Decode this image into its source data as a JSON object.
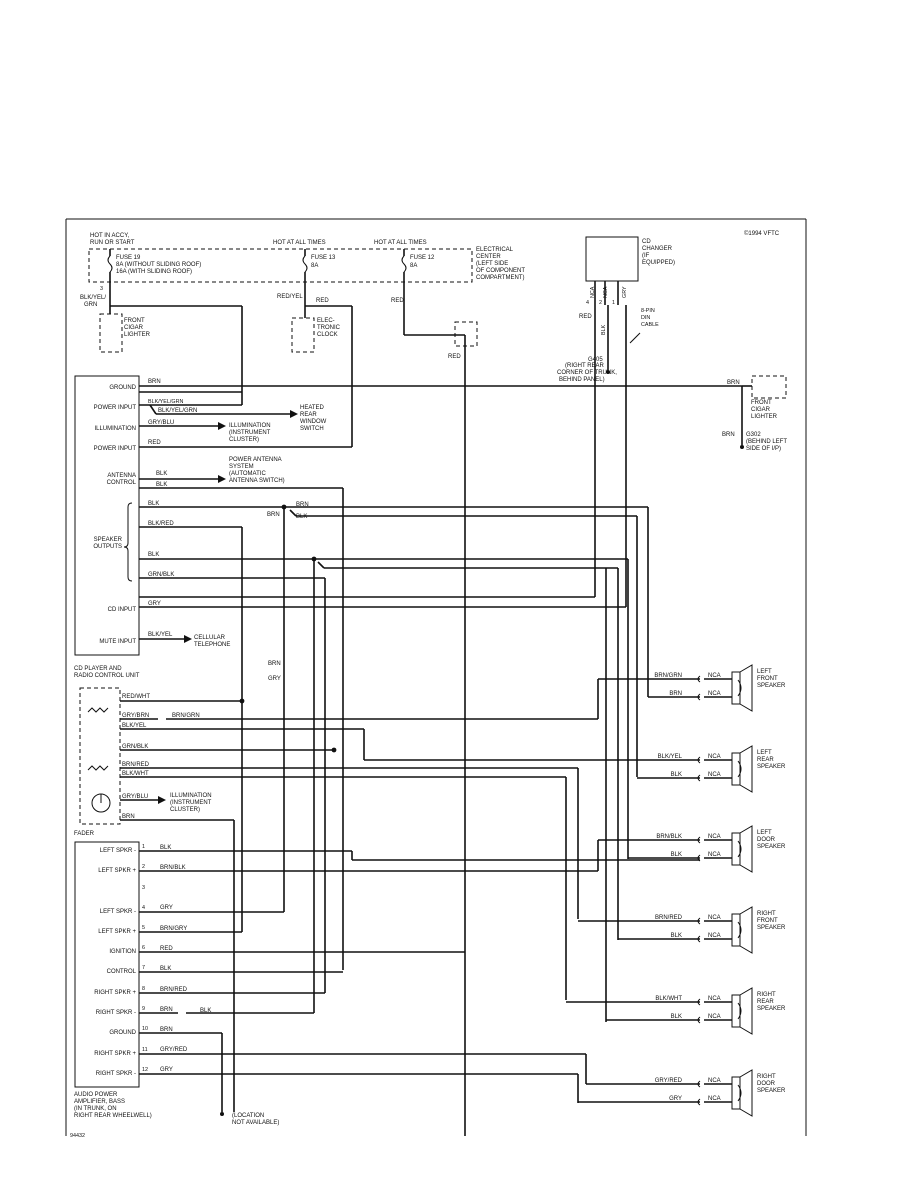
{
  "copyright": "©1994 VFTC",
  "figure_id": "94432",
  "hot_labels": {
    "accy": "HOT IN ACCY, RUN OR START",
    "fuse13": "HOT AT ALL TIMES",
    "fuse12": "HOT AT ALL TIMES"
  },
  "fuses": {
    "f19_name": "FUSE 19",
    "f19_a": "8A (WITHOUT SLIDING ROOF)",
    "f19_b": "16A (WITH SLIDING ROOF)",
    "f13_name": "FUSE 13",
    "f13_amp": "8A",
    "f12_name": "FUSE 12",
    "f12_amp": "8A"
  },
  "elec_center": "ELECTRICAL CENTER (LEFT SIDE OF COMPONENT COMPARTMENT)",
  "cd_changer": "CD CHANGER (IF EQUIPPED)",
  "cd_pins": [
    "4",
    "2",
    "1"
  ],
  "din_cable": "8-PIN DIN CABLE",
  "g405": "G405",
  "g405_desc": "(RIGHT REAR CORNER OF TRUNK, BEHIND PANEL)",
  "cig_front_left": "FRONT CIGAR LIGHTER",
  "clock": "ELEC- TRONIC CLOCK",
  "cig_front_right": "FRONT CIGAR LIGHTER",
  "g302": "G302",
  "g302_desc": "(BEHIND LEFT SIDE OF I/P)",
  "head_unit": "CD PLAYER AND RADIO CONTROL UNIT",
  "fader": "FADER",
  "amp": "AUDIO POWER AMPLIFIER, BASS (IN TRUNK, ON RIGHT REAR WHEELWELL)",
  "location_na": "(LOCATION NOT AVAILABLE)",
  "head_pins": [
    "GROUND",
    "POWER INPUT",
    "ILLUMINATION",
    "POWER INPUT",
    "ANTENNA CONTROL",
    "SPEAKER OUTPUTS",
    "CD INPUT",
    "MUTE INPUT"
  ],
  "amp_pins": [
    "LEFT SPKR -",
    "LEFT SPKR +",
    "",
    "LEFT SPKR -",
    "LEFT SPKR +",
    "IGNITION",
    "CONTROL",
    "RIGHT SPKR +",
    "RIGHT SPKR -",
    "GROUND",
    "RIGHT SPKR +",
    "RIGHT SPKR -"
  ],
  "amp_pin_nums": [
    "1",
    "2",
    "3",
    "4",
    "5",
    "6",
    "7",
    "8",
    "9",
    "10",
    "11",
    "12"
  ],
  "amp_wires": [
    "BLK",
    "BRN/BLK",
    "",
    "GRY",
    "BRN/GRY",
    "RED",
    "BLK",
    "BRN/RED",
    "BRN",
    "BRN",
    "GRY/RED",
    "GRY"
  ],
  "heated_rear": "HEATED REAR WINDOW SWITCH",
  "illum_cluster": "ILLUMINATION (INSTRUMENT CLUSTER)",
  "antenna_sys": "POWER ANTENNA SYSTEM (AUTOMATIC ANTENNA SWITCH)",
  "cell_phone": "CELLULAR TELEPHONE",
  "speakers": [
    "LEFT FRONT SPEAKER",
    "LEFT REAR SPEAKER",
    "LEFT DOOR SPEAKER",
    "RIGHT FRONT SPEAKER",
    "RIGHT REAR SPEAKER",
    "RIGHT DOOR SPEAKER"
  ],
  "nca": "NCA",
  "spk_wires": [
    [
      "BRN/GRN",
      "BRN"
    ],
    [
      "BLK/YEL",
      "BLK"
    ],
    [
      "BRN/BLK",
      "BLK"
    ],
    [
      "BRN/RED",
      "BLK"
    ],
    [
      "BLK/WHT",
      "BLK"
    ],
    [
      "GRY/RED",
      "GRY"
    ]
  ],
  "wires": {
    "blk_yel_grn": "BLK/YEL/ GRN",
    "red_yel": "RED/YEL",
    "red": "RED",
    "brn": "BRN",
    "blk": "BLK",
    "gry": "GRY",
    "blk_yel_grn2": "BLK/YEL/GRN",
    "gry_blu": "GRY/BLU",
    "blk_red": "BLK/RED",
    "grn_blk": "GRN/BLK",
    "blk_yel": "BLK/YEL",
    "red_wht": "RED/WHT",
    "gry_brn": "GRY/BRN",
    "brn_grn": "BRN/GRN",
    "blk_yel2": "BLK/YEL",
    "grn_blk2": "GRN/BLK",
    "brn_red": "BRN/RED",
    "blk_wht": "BLK/WHT"
  }
}
